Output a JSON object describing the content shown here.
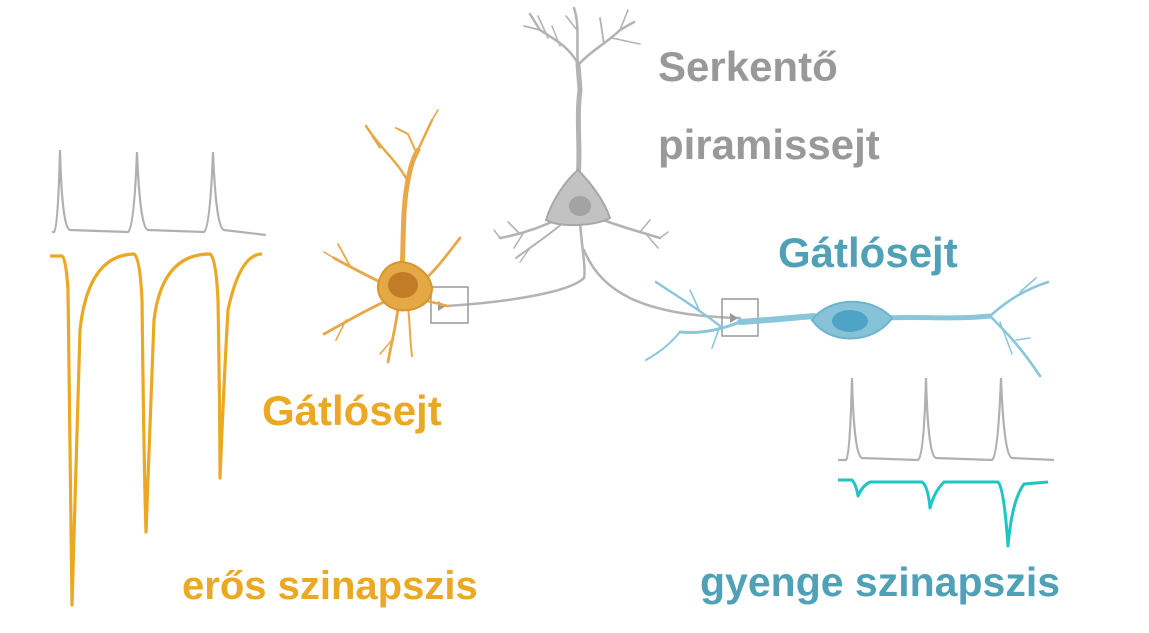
{
  "colors": {
    "pyramidal": "#a6a6a6",
    "orange": "#eba823",
    "teal_label": "#4fa1b8",
    "teal_cell": "#86c3d8",
    "teal_trace": "#1fc4c4",
    "gray_trace": "#b0b0b0"
  },
  "labels": {
    "pyramidal_line1": "Serkentő",
    "pyramidal_line2": "piramissejt",
    "inhibitory_right": "Gátlósejt",
    "inhibitory_left": "Gátlósejt",
    "strong_synapse": "erős szinapszis",
    "weak_synapse": "gyenge szinapszis"
  },
  "icons": {
    "pyramidal": "pyramidal-neuron-icon",
    "basket": "multipolar-interneuron-icon",
    "bipolar": "bipolar-interneuron-icon"
  }
}
